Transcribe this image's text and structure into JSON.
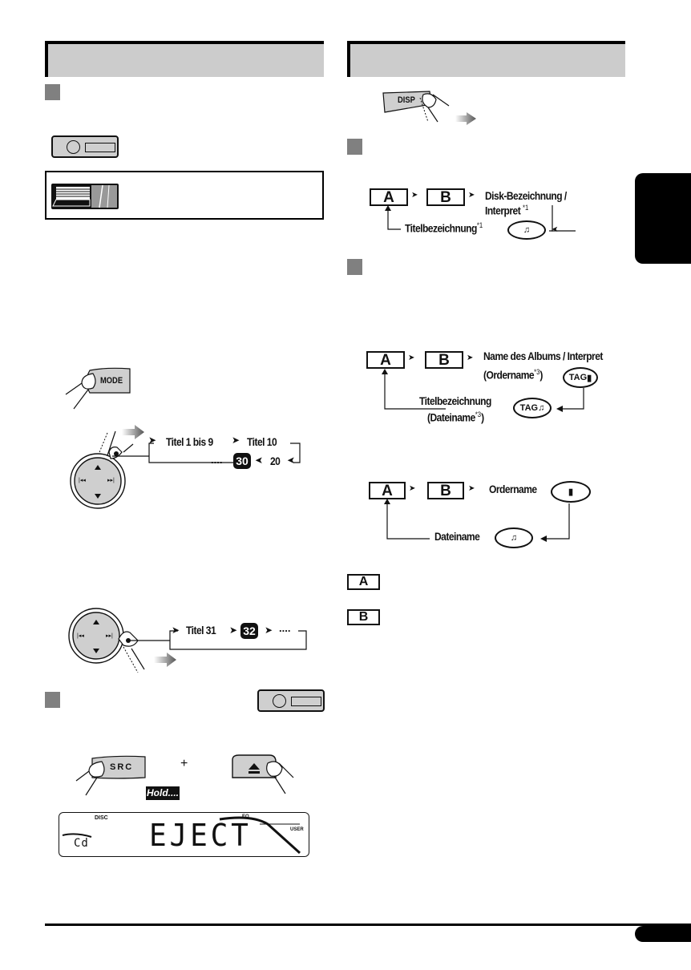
{
  "left_column": {
    "header_title": "",
    "step1": {
      "number": ""
    },
    "step2": {
      "number": ""
    },
    "mode_button": {
      "label": "MODE"
    },
    "track_select_flow": {
      "items": [
        "Titel 1 bis 9",
        "Titel 10",
        "20",
        "30",
        "...."
      ],
      "highlighted": "30"
    },
    "track_skip_flow": {
      "items": [
        "Titel 31",
        "32",
        "...."
      ],
      "highlighted": "32"
    },
    "eject_step": {
      "src_button": "SRC",
      "plus": "+",
      "hold_label": "Hold....",
      "display": {
        "main_text": "EJECT",
        "source_text": "Cd",
        "disc_indicator": "DISC",
        "eq_indicator": "EQ",
        "user_indicator": "USER"
      }
    }
  },
  "right_column": {
    "header_title": "",
    "disp_button": {
      "label": "DISP"
    },
    "cd_flow": {
      "box_a": "A",
      "box_b": "B",
      "item1_line1": "Disk-Bezeichnung /",
      "item1_line2": "Interpret",
      "item1_note": "*1",
      "item2": "Titelbezeichnung",
      "item2_note": "*1",
      "item2_icon": "music-note-icon"
    },
    "mp3_tag_flow": {
      "box_a": "A",
      "box_b": "B",
      "item1_line1": "Name des Albums / Interpret",
      "item1_line2": "(Ordername",
      "item1_note": "*3",
      "item1_close": ")",
      "item1_icon_label": "TAG",
      "item2_line1": "Titelbezeichnung",
      "item2_line2": "(Dateiname",
      "item2_note": "*3",
      "item2_close": ")",
      "item2_icon_label": "TAG"
    },
    "mp3_flow": {
      "box_a": "A",
      "box_b": "B",
      "item1": "Ordername",
      "item2": "Dateiname"
    },
    "legend": {
      "a": "A",
      "b": "B"
    }
  },
  "side_tab": {
    "label": ""
  },
  "footer": {
    "page_number": ""
  }
}
